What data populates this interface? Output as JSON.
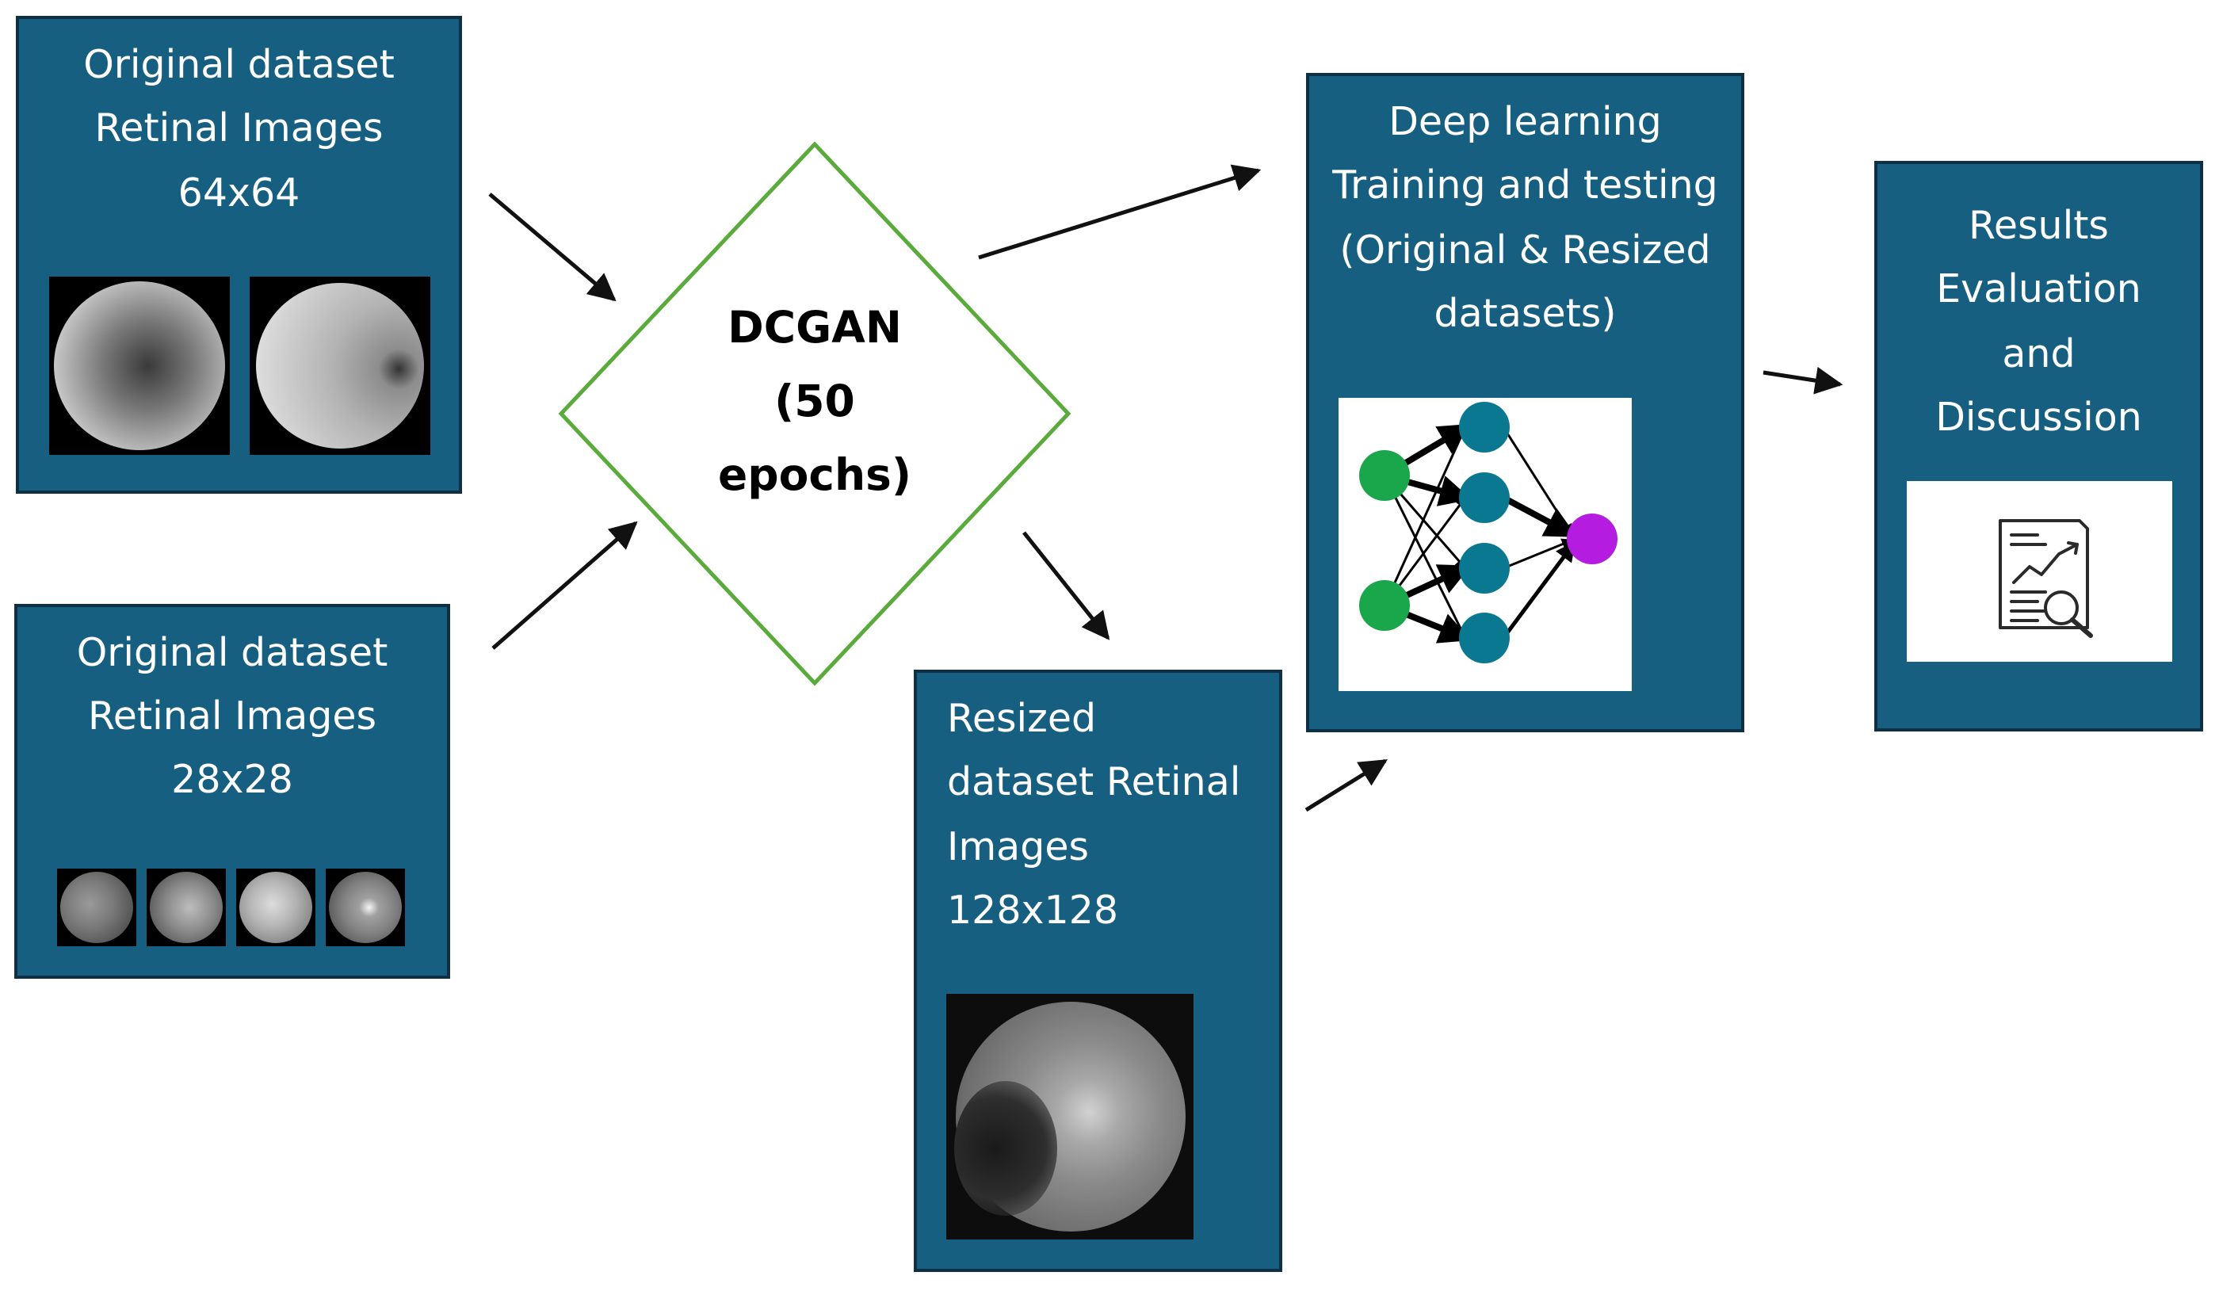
{
  "box_64": {
    "lines": [
      "Original dataset",
      "Retinal Images",
      "64x64"
    ]
  },
  "box_28": {
    "lines": [
      "Original dataset",
      "Retinal Images",
      "28x28"
    ]
  },
  "dcgan": {
    "lines": [
      "DCGAN",
      "(50",
      "epochs)"
    ]
  },
  "box_resized": {
    "lines": [
      "Resized",
      "dataset Retinal",
      "Images",
      "128x128"
    ]
  },
  "box_dl": {
    "lines": [
      "Deep learning",
      "Training and testing",
      "(Original & Resized",
      "datasets)"
    ]
  },
  "box_results": {
    "lines": [
      "Results",
      "Evaluation",
      "and",
      "Discussion"
    ]
  },
  "icons": {
    "network": "neural-network-icon",
    "report": "report-analysis-icon"
  },
  "colors": {
    "box_fill": "#165f80",
    "box_border": "#0f2f45",
    "diamond_border": "#5aab3c",
    "node_input": "#1aa64a",
    "node_hidden": "#0b7891",
    "node_output": "#b41de0"
  }
}
